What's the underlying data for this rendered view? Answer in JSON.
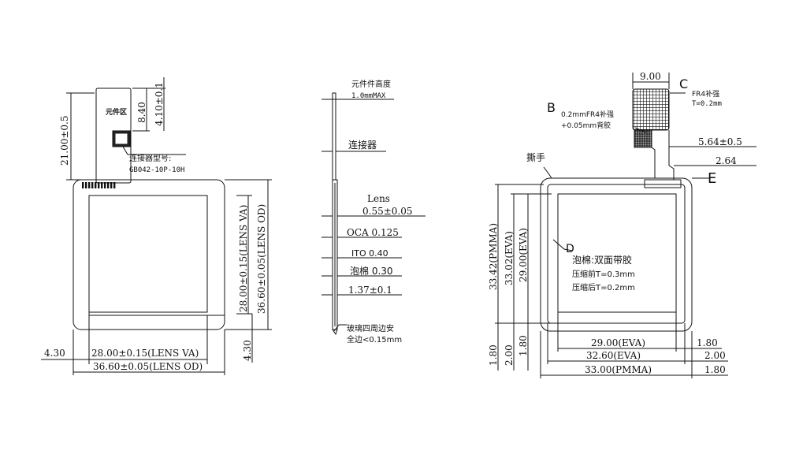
{
  "left_view": {
    "component_area": "元件区",
    "dim_total_height": "21.00±0.5",
    "dim_tail_a": "8.40",
    "dim_tail_b": "4.10±0.1",
    "connector_label": "连接器型号:",
    "connector_model": "GB042-10P-10H",
    "dim_va_vertical": "28.00±0.15(LENS VA)",
    "dim_od_vertical": "36.60±0.05(LENS OD)",
    "dim_left_offset": "4.30",
    "dim_bottom_offset": "4.30",
    "dim_va_horizontal": "28.00±0.15(LENS VA)",
    "dim_od_horizontal": "36.60±0.05(LENS OD)"
  },
  "side_view": {
    "component_height_label": "元件件高度",
    "component_height_value": "1.0mmMAX",
    "connector": "连接器",
    "lens_label": "Lens",
    "lens_value": "0.55±0.05",
    "oca": "OCA 0.125",
    "ito": "ITO 0.40",
    "foam": "泡棉 0.30",
    "total": "1.37±0.1",
    "glass_note_1": "玻璃四周边安",
    "glass_note_2": "全边<0.15mm"
  },
  "right_view": {
    "dim_top_width": "9.00",
    "label_c": "C",
    "fr4_c_line1": "FR4补强",
    "fr4_c_line2": "T=0.2mm",
    "label_b": "B",
    "fr4_b_line1": "0.2mmFR4补强",
    "fr4_b_line2": "+0.05mm背胶",
    "dim_564": "5.64±0.5",
    "dim_264": "2.64",
    "label_e": "E",
    "pull_tab": "撕手",
    "dim_pmma_v": "33.42(PMMA)",
    "dim_eva_v1": "33.02(EVA)",
    "dim_eva_v2": "29.00(EVA)",
    "label_d": "D",
    "foam_line1": "泡棉:双面带胶",
    "foam_line2": "压缩前T=0.3mm",
    "foam_line3": "压缩后T=0.2mm",
    "dim_180_a": "1.80",
    "dim_200": "2.00",
    "dim_180_b": "1.80",
    "dim_eva_h1": "29.00(EVA)",
    "dim_180_c": "1.80",
    "dim_eva_h2": "32.60(EVA)",
    "dim_200_r": "2.00",
    "dim_pmma_h": "33.00(PMMA)",
    "dim_180_d": "1.80"
  }
}
